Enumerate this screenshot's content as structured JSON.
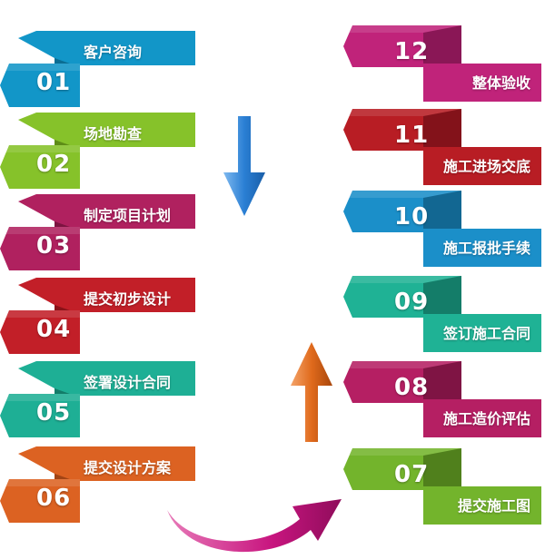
{
  "left_steps": [
    {
      "number": "01",
      "label": "客户咨询",
      "color": "#1296c8",
      "dark": "#0b6d93"
    },
    {
      "number": "02",
      "label": "场地勘查",
      "color": "#86c22a",
      "dark": "#5e8c17"
    },
    {
      "number": "03",
      "label": "制定项目计划",
      "color": "#b0215f",
      "dark": "#7c1441"
    },
    {
      "number": "04",
      "label": "提交初步设计",
      "color": "#c21f28",
      "dark": "#8a1218"
    },
    {
      "number": "05",
      "label": "签署设计合同",
      "color": "#1eaf95",
      "dark": "#137c69"
    },
    {
      "number": "06",
      "label": "提交设计方案",
      "color": "#dc6222",
      "dark": "#a14415"
    }
  ],
  "right_steps": [
    {
      "number": "12",
      "label": "整体验收",
      "color": "#c0237a",
      "dark": "#8a1756"
    },
    {
      "number": "11",
      "label": "施工进场交底",
      "color": "#b81d24",
      "dark": "#83121a"
    },
    {
      "number": "10",
      "label": "施工报批手续",
      "color": "#1b8fc9",
      "dark": "#126792"
    },
    {
      "number": "09",
      "label": "签订施工合同",
      "color": "#1fb295",
      "dark": "#147d69"
    },
    {
      "number": "08",
      "label": "施工造价评估",
      "color": "#b51f63",
      "dark": "#7f1444"
    },
    {
      "number": "07",
      "label": "提交施工图",
      "color": "#73b42c",
      "dark": "#50801c"
    }
  ],
  "arrows": {
    "down": {
      "icon": "down-arrow-icon",
      "color": "#2a7fd4"
    },
    "up": {
      "icon": "up-arrow-icon",
      "color": "#e06a1c"
    },
    "curve": {
      "icon": "curved-arrow-icon",
      "color": "#c8157f"
    }
  }
}
